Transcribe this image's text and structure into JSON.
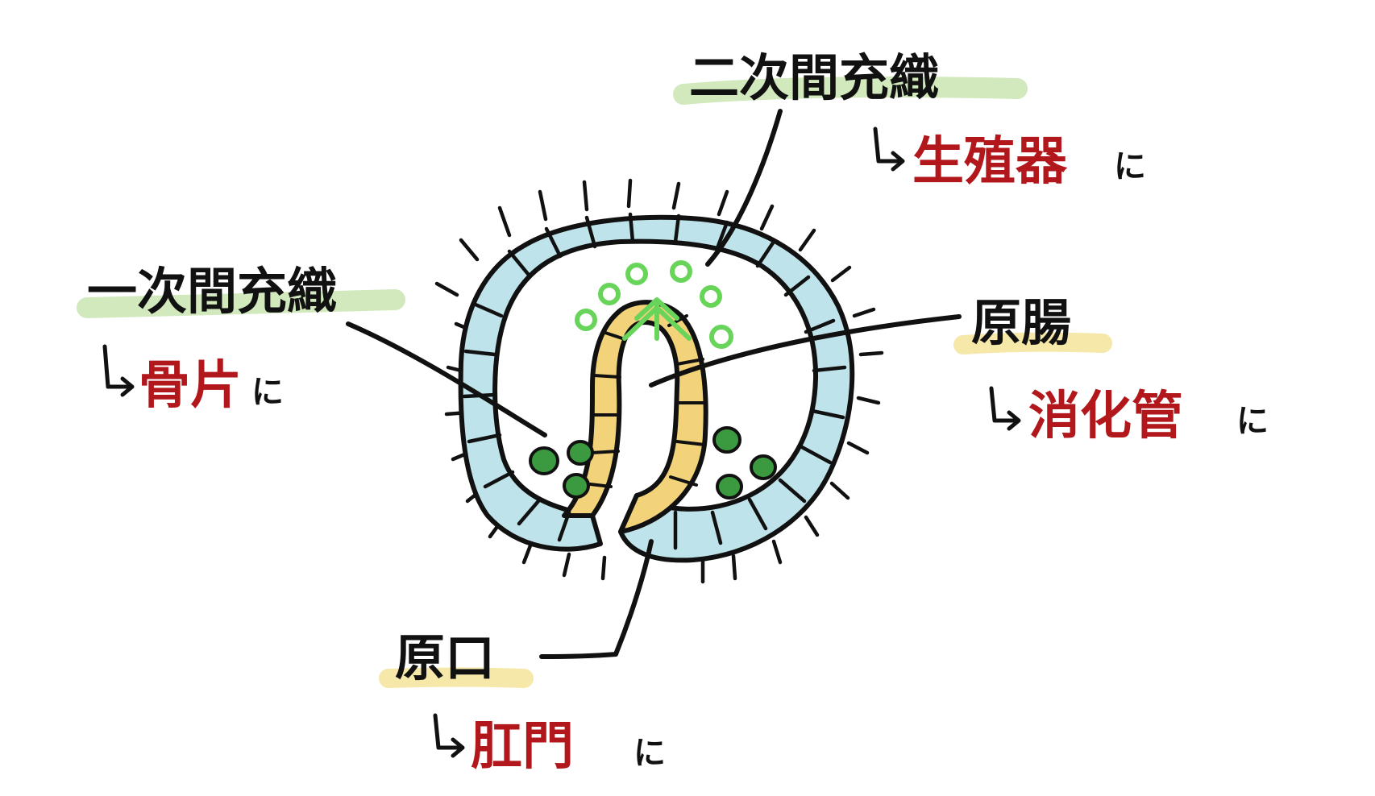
{
  "labels": {
    "primary_mesenchyme": {
      "term": "一次間充織",
      "fate": "骨片",
      "suffix": "に"
    },
    "secondary_mesenchyme": {
      "term": "二次間充織",
      "fate": "生殖器",
      "suffix": "に"
    },
    "archenteron": {
      "term": "原腸",
      "fate": "消化管",
      "suffix": "に"
    },
    "blastopore": {
      "term": "原口",
      "fate": "肛門",
      "suffix": "に"
    }
  },
  "colors": {
    "ectoderm": "#bfe3ea",
    "endoderm": "#f2d37a",
    "mesenchyme": "#3b9a3f",
    "secondary_mesenchyme": "#68d45a",
    "highlight_green": "#cfe8b9",
    "highlight_yellow": "#f6e8a9",
    "fate_text": "#b2171c",
    "outline": "#111111"
  }
}
